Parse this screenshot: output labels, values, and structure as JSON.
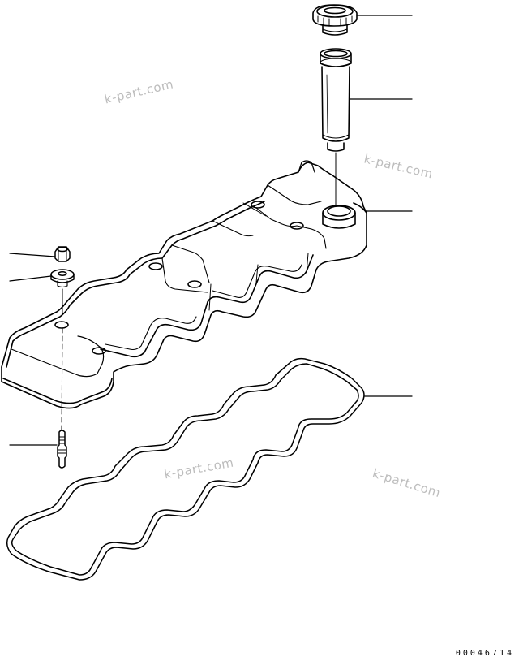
{
  "watermarks": [
    "k-part.com",
    "k-part.com",
    "k-part.com",
    "k-part.com"
  ],
  "drawing_code": "00046714",
  "colors": {
    "line": "#000000",
    "watermark": "#bdbdbd",
    "background": "#ffffff"
  },
  "parts": [
    {
      "id": "oil-filler-cap"
    },
    {
      "id": "oil-filler-tube"
    },
    {
      "id": "cylinder-head-cover"
    },
    {
      "id": "cover-gasket"
    },
    {
      "id": "cover-nut"
    },
    {
      "id": "cover-seal-washer"
    },
    {
      "id": "cover-stud-bolt"
    }
  ]
}
